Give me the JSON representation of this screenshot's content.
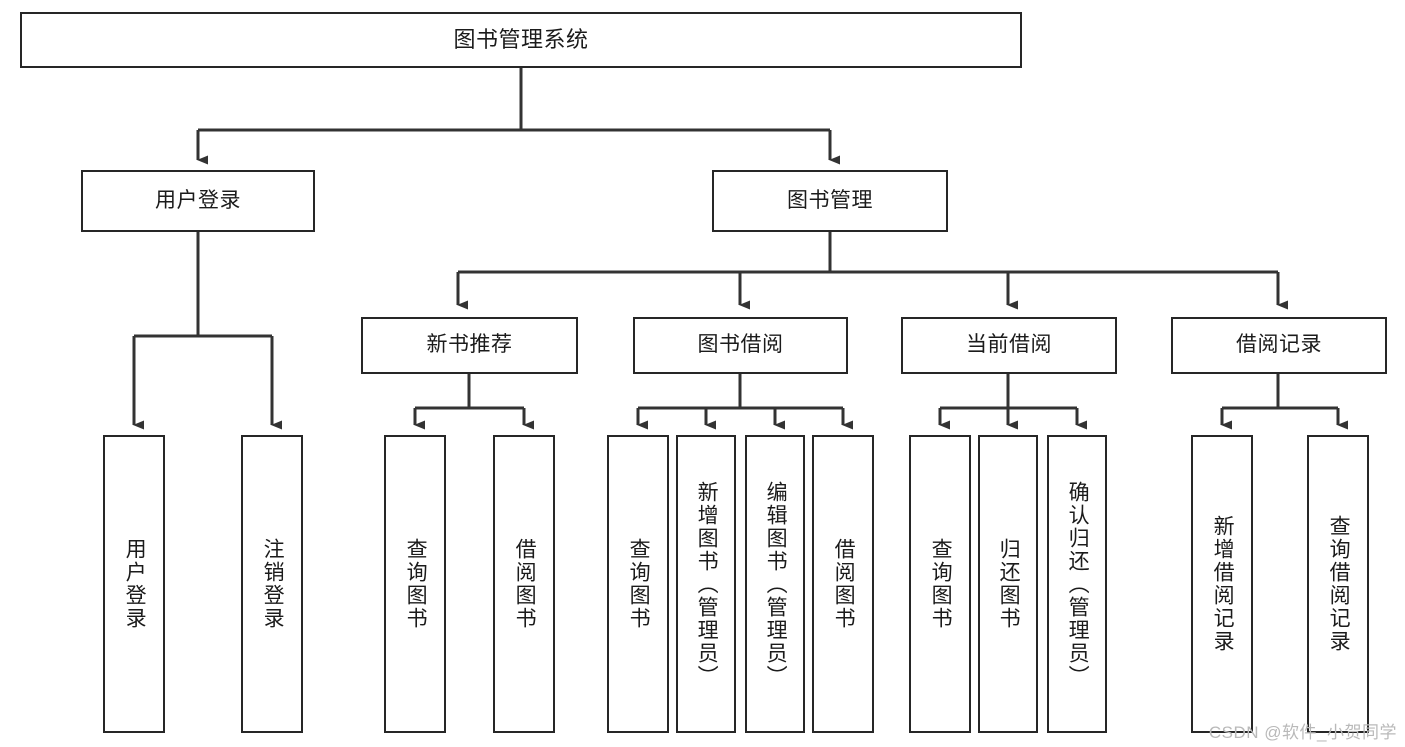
{
  "diagram": {
    "title": "图书管理系统",
    "type": "tree-hierarchy-chart",
    "colors": {
      "box_border": "#262626",
      "box_fill": "#ffffff",
      "connector": "#333333",
      "text": "#1b1b1b",
      "watermark": "#b9b9b9",
      "background": "#ffffff"
    },
    "watermark": "CSDN @软件_小贺同学"
  },
  "nodes": {
    "root": {
      "label": "图书管理系统"
    },
    "level1": [
      {
        "label": "用户登录"
      },
      {
        "label": "图书管理"
      }
    ],
    "level2": [
      {
        "label": "新书推荐"
      },
      {
        "label": "图书借阅"
      },
      {
        "label": "当前借阅"
      },
      {
        "label": "借阅记录"
      }
    ],
    "leaves": {
      "user_login": [
        {
          "label": "用户登录"
        },
        {
          "label": "注销登录"
        }
      ],
      "new_book_recommend": [
        {
          "label": "查询图书"
        },
        {
          "label": "借阅图书"
        }
      ],
      "book_borrow": [
        {
          "label": "查询图书"
        },
        {
          "label": "新增图书（管理员）"
        },
        {
          "label": "编辑图书（管理员）"
        },
        {
          "label": "借阅图书"
        }
      ],
      "current_borrow": [
        {
          "label": "查询图书"
        },
        {
          "label": "归还图书"
        },
        {
          "label": "确认归还（管理员）"
        }
      ],
      "borrow_record": [
        {
          "label": "新增借阅记录"
        },
        {
          "label": "查询借阅记录"
        }
      ]
    }
  }
}
